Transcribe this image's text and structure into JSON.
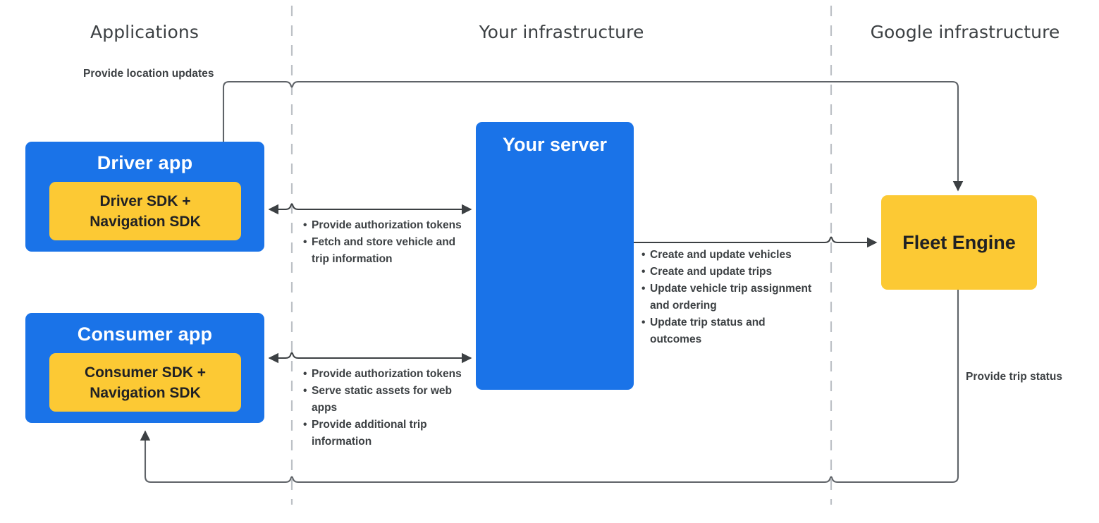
{
  "columns": {
    "applications": "Applications",
    "your_infrastructure": "Your infrastructure",
    "google_infrastructure": "Google infrastructure"
  },
  "boxes": {
    "driver_app": {
      "title": "Driver app",
      "sdk": "Driver SDK +\nNavigation SDK",
      "sdk_line1": "Driver SDK +",
      "sdk_line2": "Navigation SDK"
    },
    "consumer_app": {
      "title": "Consumer app",
      "sdk_line1": "Consumer SDK +",
      "sdk_line2": "Navigation SDK"
    },
    "your_server": {
      "title": "Your server"
    },
    "fleet_engine": {
      "title": "Fleet Engine"
    }
  },
  "labels": {
    "provide_location_updates": "Provide location updates",
    "provide_trip_status": "Provide trip status"
  },
  "flows": {
    "driver_to_server": [
      "Provide authorization tokens",
      "Fetch and store vehicle and trip information"
    ],
    "consumer_to_server": [
      "Provide authorization tokens",
      "Serve static assets for web apps",
      "Provide additional trip information"
    ],
    "server_to_fleet_engine": [
      "Create and update vehicles",
      "Create and update trips",
      "Update vehicle trip assignment and ordering",
      "Update trip status and outcomes"
    ]
  },
  "colors": {
    "blue": "#1a73e8",
    "yellow": "#fcc934",
    "text_dark": "#3c4043",
    "wire": "#5f6368",
    "divider": "#bdc1c6"
  }
}
